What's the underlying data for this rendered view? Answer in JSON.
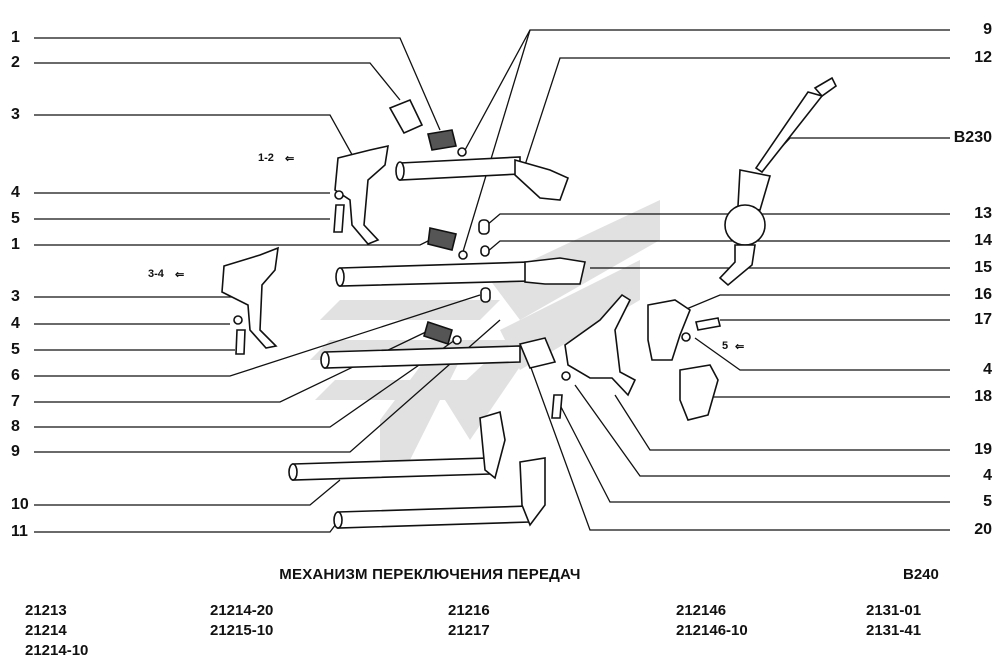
{
  "left_callouts": [
    "1",
    "2",
    "3",
    "4",
    "5",
    "1",
    "3",
    "4",
    "5",
    "6",
    "7",
    "8",
    "9",
    "10",
    "11"
  ],
  "right_callouts": [
    "9",
    "12",
    "B230",
    "13",
    "14",
    "15",
    "16",
    "17",
    "4",
    "18",
    "19",
    "4",
    "5",
    "20"
  ],
  "gear_labels": [
    "1-2",
    "3-4",
    "5"
  ],
  "title": "МЕХАНИЗМ ПЕРЕКЛЮЧЕНИЯ ПЕРЕДАЧ",
  "diagram_code": "B240",
  "models": [
    [
      "21213",
      "21214",
      "21214-10"
    ],
    [
      "21214-20",
      "21215-10"
    ],
    [
      "21216",
      "21217"
    ],
    [
      "212146",
      "212146-10"
    ],
    [
      "2131-01",
      "2131-41"
    ]
  ],
  "colors": {
    "ink": "#111111",
    "watermark": "#d9d9d9"
  }
}
